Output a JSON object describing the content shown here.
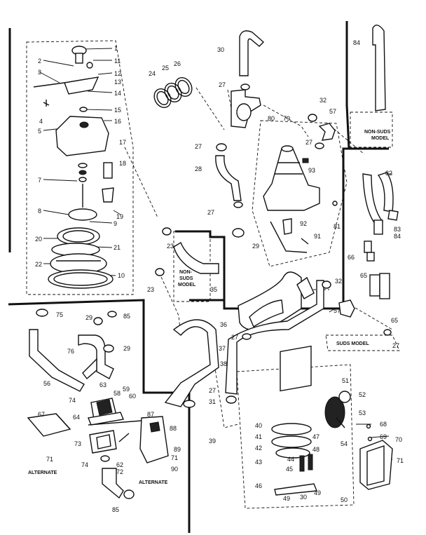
{
  "callouts": [
    {
      "n": "1"
    },
    {
      "n": "2"
    },
    {
      "n": "3"
    },
    {
      "n": "4"
    },
    {
      "n": "5"
    },
    {
      "n": "7"
    },
    {
      "n": "8"
    },
    {
      "n": "20"
    },
    {
      "n": "22"
    },
    {
      "n": "11"
    },
    {
      "n": "12"
    },
    {
      "n": "13"
    },
    {
      "n": "14"
    },
    {
      "n": "15"
    },
    {
      "n": "16"
    },
    {
      "n": "17"
    },
    {
      "n": "18"
    },
    {
      "n": "19"
    },
    {
      "n": "9"
    },
    {
      "n": "21"
    },
    {
      "n": "10"
    },
    {
      "n": "24"
    },
    {
      "n": "25"
    },
    {
      "n": "26"
    },
    {
      "n": "30"
    },
    {
      "n": "27"
    },
    {
      "n": "27"
    },
    {
      "n": "28"
    },
    {
      "n": "27"
    },
    {
      "n": "80"
    },
    {
      "n": "79"
    },
    {
      "n": "27"
    },
    {
      "n": "32"
    },
    {
      "n": "57"
    },
    {
      "n": "84"
    },
    {
      "n": "93"
    },
    {
      "n": "92"
    },
    {
      "n": "81"
    },
    {
      "n": "91"
    },
    {
      "n": "29"
    },
    {
      "n": "82"
    },
    {
      "n": "83"
    },
    {
      "n": "84"
    },
    {
      "n": "66"
    },
    {
      "n": "65"
    },
    {
      "n": "65"
    },
    {
      "n": "27"
    },
    {
      "n": "23"
    },
    {
      "n": "23"
    },
    {
      "n": "35"
    },
    {
      "n": "32"
    },
    {
      "n": "57"
    },
    {
      "n": "36"
    },
    {
      "n": "27"
    },
    {
      "n": "37"
    },
    {
      "n": "38"
    },
    {
      "n": "27"
    },
    {
      "n": "31"
    },
    {
      "n": "39"
    },
    {
      "n": "75"
    },
    {
      "n": "29"
    },
    {
      "n": "85"
    },
    {
      "n": "76"
    },
    {
      "n": "29"
    },
    {
      "n": "56"
    },
    {
      "n": "74"
    },
    {
      "n": "63"
    },
    {
      "n": "58"
    },
    {
      "n": "59"
    },
    {
      "n": "60"
    },
    {
      "n": "67"
    },
    {
      "n": "64"
    },
    {
      "n": "71"
    },
    {
      "n": "73"
    },
    {
      "n": "74"
    },
    {
      "n": "62"
    },
    {
      "n": "72"
    },
    {
      "n": "87"
    },
    {
      "n": "88"
    },
    {
      "n": "89"
    },
    {
      "n": "71"
    },
    {
      "n": "90"
    },
    {
      "n": "85"
    },
    {
      "n": "51"
    },
    {
      "n": "52"
    },
    {
      "n": "53"
    },
    {
      "n": "40"
    },
    {
      "n": "41"
    },
    {
      "n": "42"
    },
    {
      "n": "43"
    },
    {
      "n": "44"
    },
    {
      "n": "47"
    },
    {
      "n": "48"
    },
    {
      "n": "45"
    },
    {
      "n": "54"
    },
    {
      "n": "46"
    },
    {
      "n": "49"
    },
    {
      "n": "30"
    },
    {
      "n": "49"
    },
    {
      "n": "50"
    },
    {
      "n": "68"
    },
    {
      "n": "69"
    },
    {
      "n": "70"
    },
    {
      "n": "71"
    }
  ],
  "tags": {
    "non_suds_model_right": [
      "NON-SUDS",
      "MODEL"
    ],
    "non_suds_model_center": [
      "NON-",
      "SUDS",
      "MODEL"
    ],
    "suds_model": "SUDS MODEL",
    "alternate_left": "ALTERNATE",
    "alternate_right": "ALTERNATE"
  }
}
